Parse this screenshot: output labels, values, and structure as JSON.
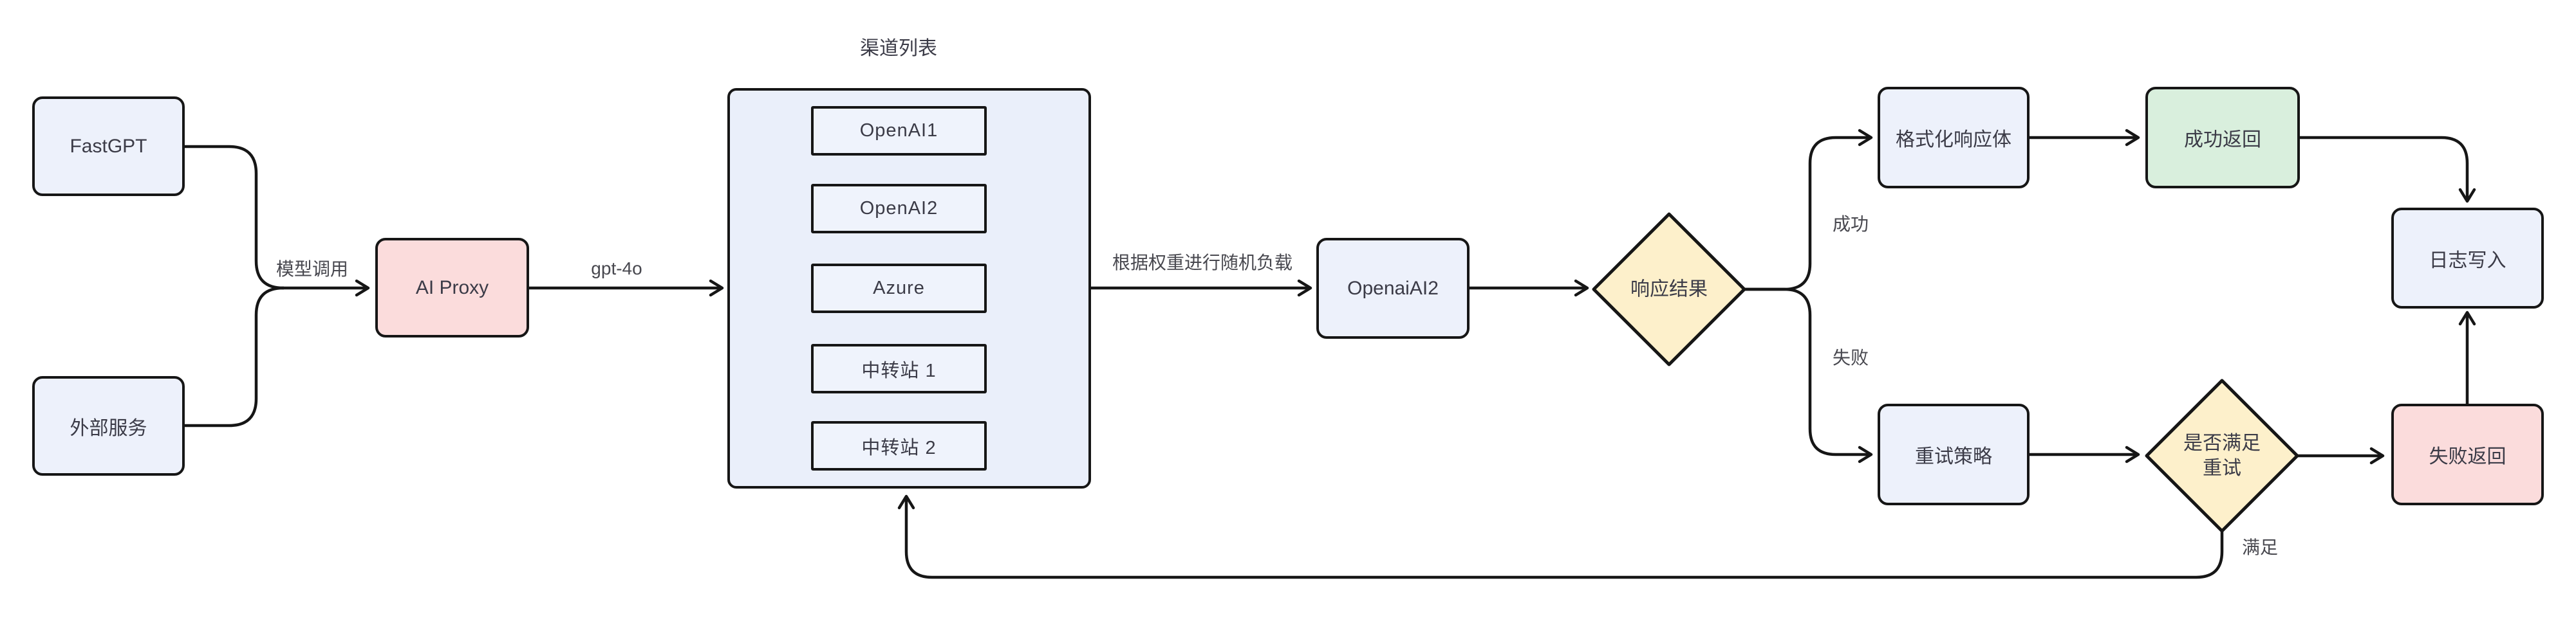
{
  "diagram": {
    "nodes": {
      "fastgpt": {
        "label": "FastGPT"
      },
      "external_service": {
        "label": "外部服务"
      },
      "ai_proxy": {
        "label": "AI Proxy"
      },
      "channel_list": {
        "title": "渠道列表",
        "channels": [
          {
            "label": "OpenAI1"
          },
          {
            "label": "OpenAI2"
          },
          {
            "label": "Azure"
          },
          {
            "label": "中转站 1"
          },
          {
            "label": "中转站 2"
          }
        ]
      },
      "openai_ai2": {
        "label": "OpenaiAI2"
      },
      "response_result": {
        "label": "响应结果"
      },
      "format_response_body": {
        "label": "格式化响应体"
      },
      "success_return": {
        "label": "成功返回"
      },
      "log_write": {
        "label": "日志写入"
      },
      "retry_strategy": {
        "label": "重试策略"
      },
      "retry_check": {
        "lines": [
          "是否满足",
          "重试"
        ]
      },
      "fail_return": {
        "label": "失败返回"
      }
    },
    "edge_labels": {
      "model_call": "模型调用",
      "model_name": "gpt-4o",
      "load_balance": "根据权重进行随机负载",
      "success": "成功",
      "fail": "失败",
      "satisfied": "满足"
    },
    "colors": {
      "node_blue": "#edf1fb",
      "container_blue": "#eaeffa",
      "channel_blue": "#eff3fc",
      "node_pink": "#fbdcdc",
      "node_green": "#d9efdd",
      "node_yellow": "#fdf0cb",
      "stroke": "#161616",
      "text": "#3b3b47"
    }
  }
}
